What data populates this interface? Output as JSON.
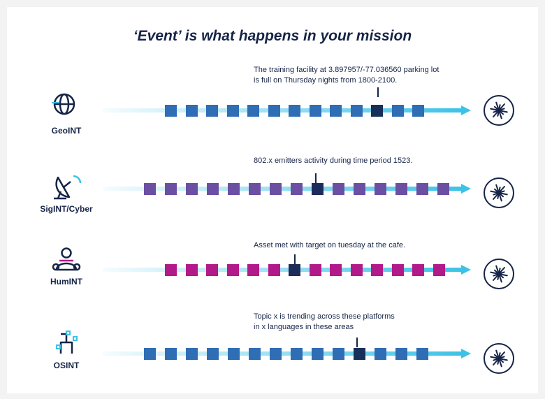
{
  "title": "‘Event’ is what happens in your mission",
  "colors": {
    "navy": "#162447",
    "accent": "#3cc2e6"
  },
  "rows": [
    {
      "label": "GeoINT",
      "icon": "globe-icon",
      "note": "The training facility at 3.897957/-77.036560 parking lot\nis full on Thursday nights from 1800-2100.",
      "square_color": "#2f6db5",
      "highlight_color": "#16305a",
      "highlight_index": 10,
      "count": 13
    },
    {
      "label": "SigINT/Cyber",
      "icon": "satellite-dish-icon",
      "note": "802.x  emitters activity during time period 1523.",
      "square_color": "#6a4fa3",
      "highlight_color": "#1d2d5a",
      "highlight_index": 8,
      "count": 15
    },
    {
      "label": "HumINT",
      "icon": "person-icon",
      "note": "Asset met with target on tuesday at the cafe.",
      "square_color": "#b21a8a",
      "highlight_color": "#1d2d5a",
      "highlight_index": 6,
      "count": 14
    },
    {
      "label": "OSINT",
      "icon": "network-icon",
      "note": "Topic x is trending across these platforms\nin x languages in these areas",
      "square_color": "#2f6db5",
      "highlight_color": "#16305a",
      "highlight_index": 10,
      "count": 14
    }
  ]
}
